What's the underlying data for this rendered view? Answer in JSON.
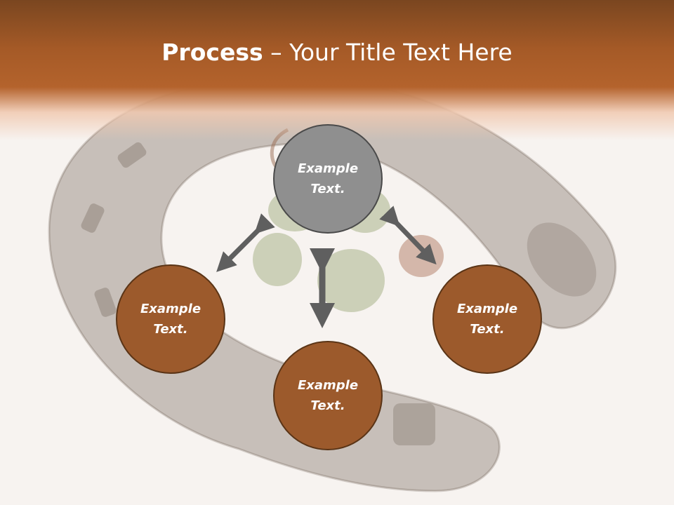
{
  "slide": {
    "title_bold": "Process",
    "title_rest": " – Your Title Text Here"
  },
  "nodes": [
    {
      "id": "top",
      "line1": "Example",
      "line2": "Text.",
      "color": "#8f8f8f"
    },
    {
      "id": "left",
      "line1": "Example",
      "line2": "Text.",
      "color": "#9c5a2c"
    },
    {
      "id": "right",
      "line1": "Example",
      "line2": "Text.",
      "color": "#9c5a2c"
    },
    {
      "id": "bottom",
      "line1": "Example",
      "line2": "Text.",
      "color": "#9c5a2c"
    }
  ],
  "colors": {
    "header": "#a55a27",
    "arrow": "#5f5f5f",
    "background": "#f7f3f0"
  },
  "icons": {
    "background_image": "horseshoe-clover-coin",
    "connectors": "double-headed-arrow"
  }
}
